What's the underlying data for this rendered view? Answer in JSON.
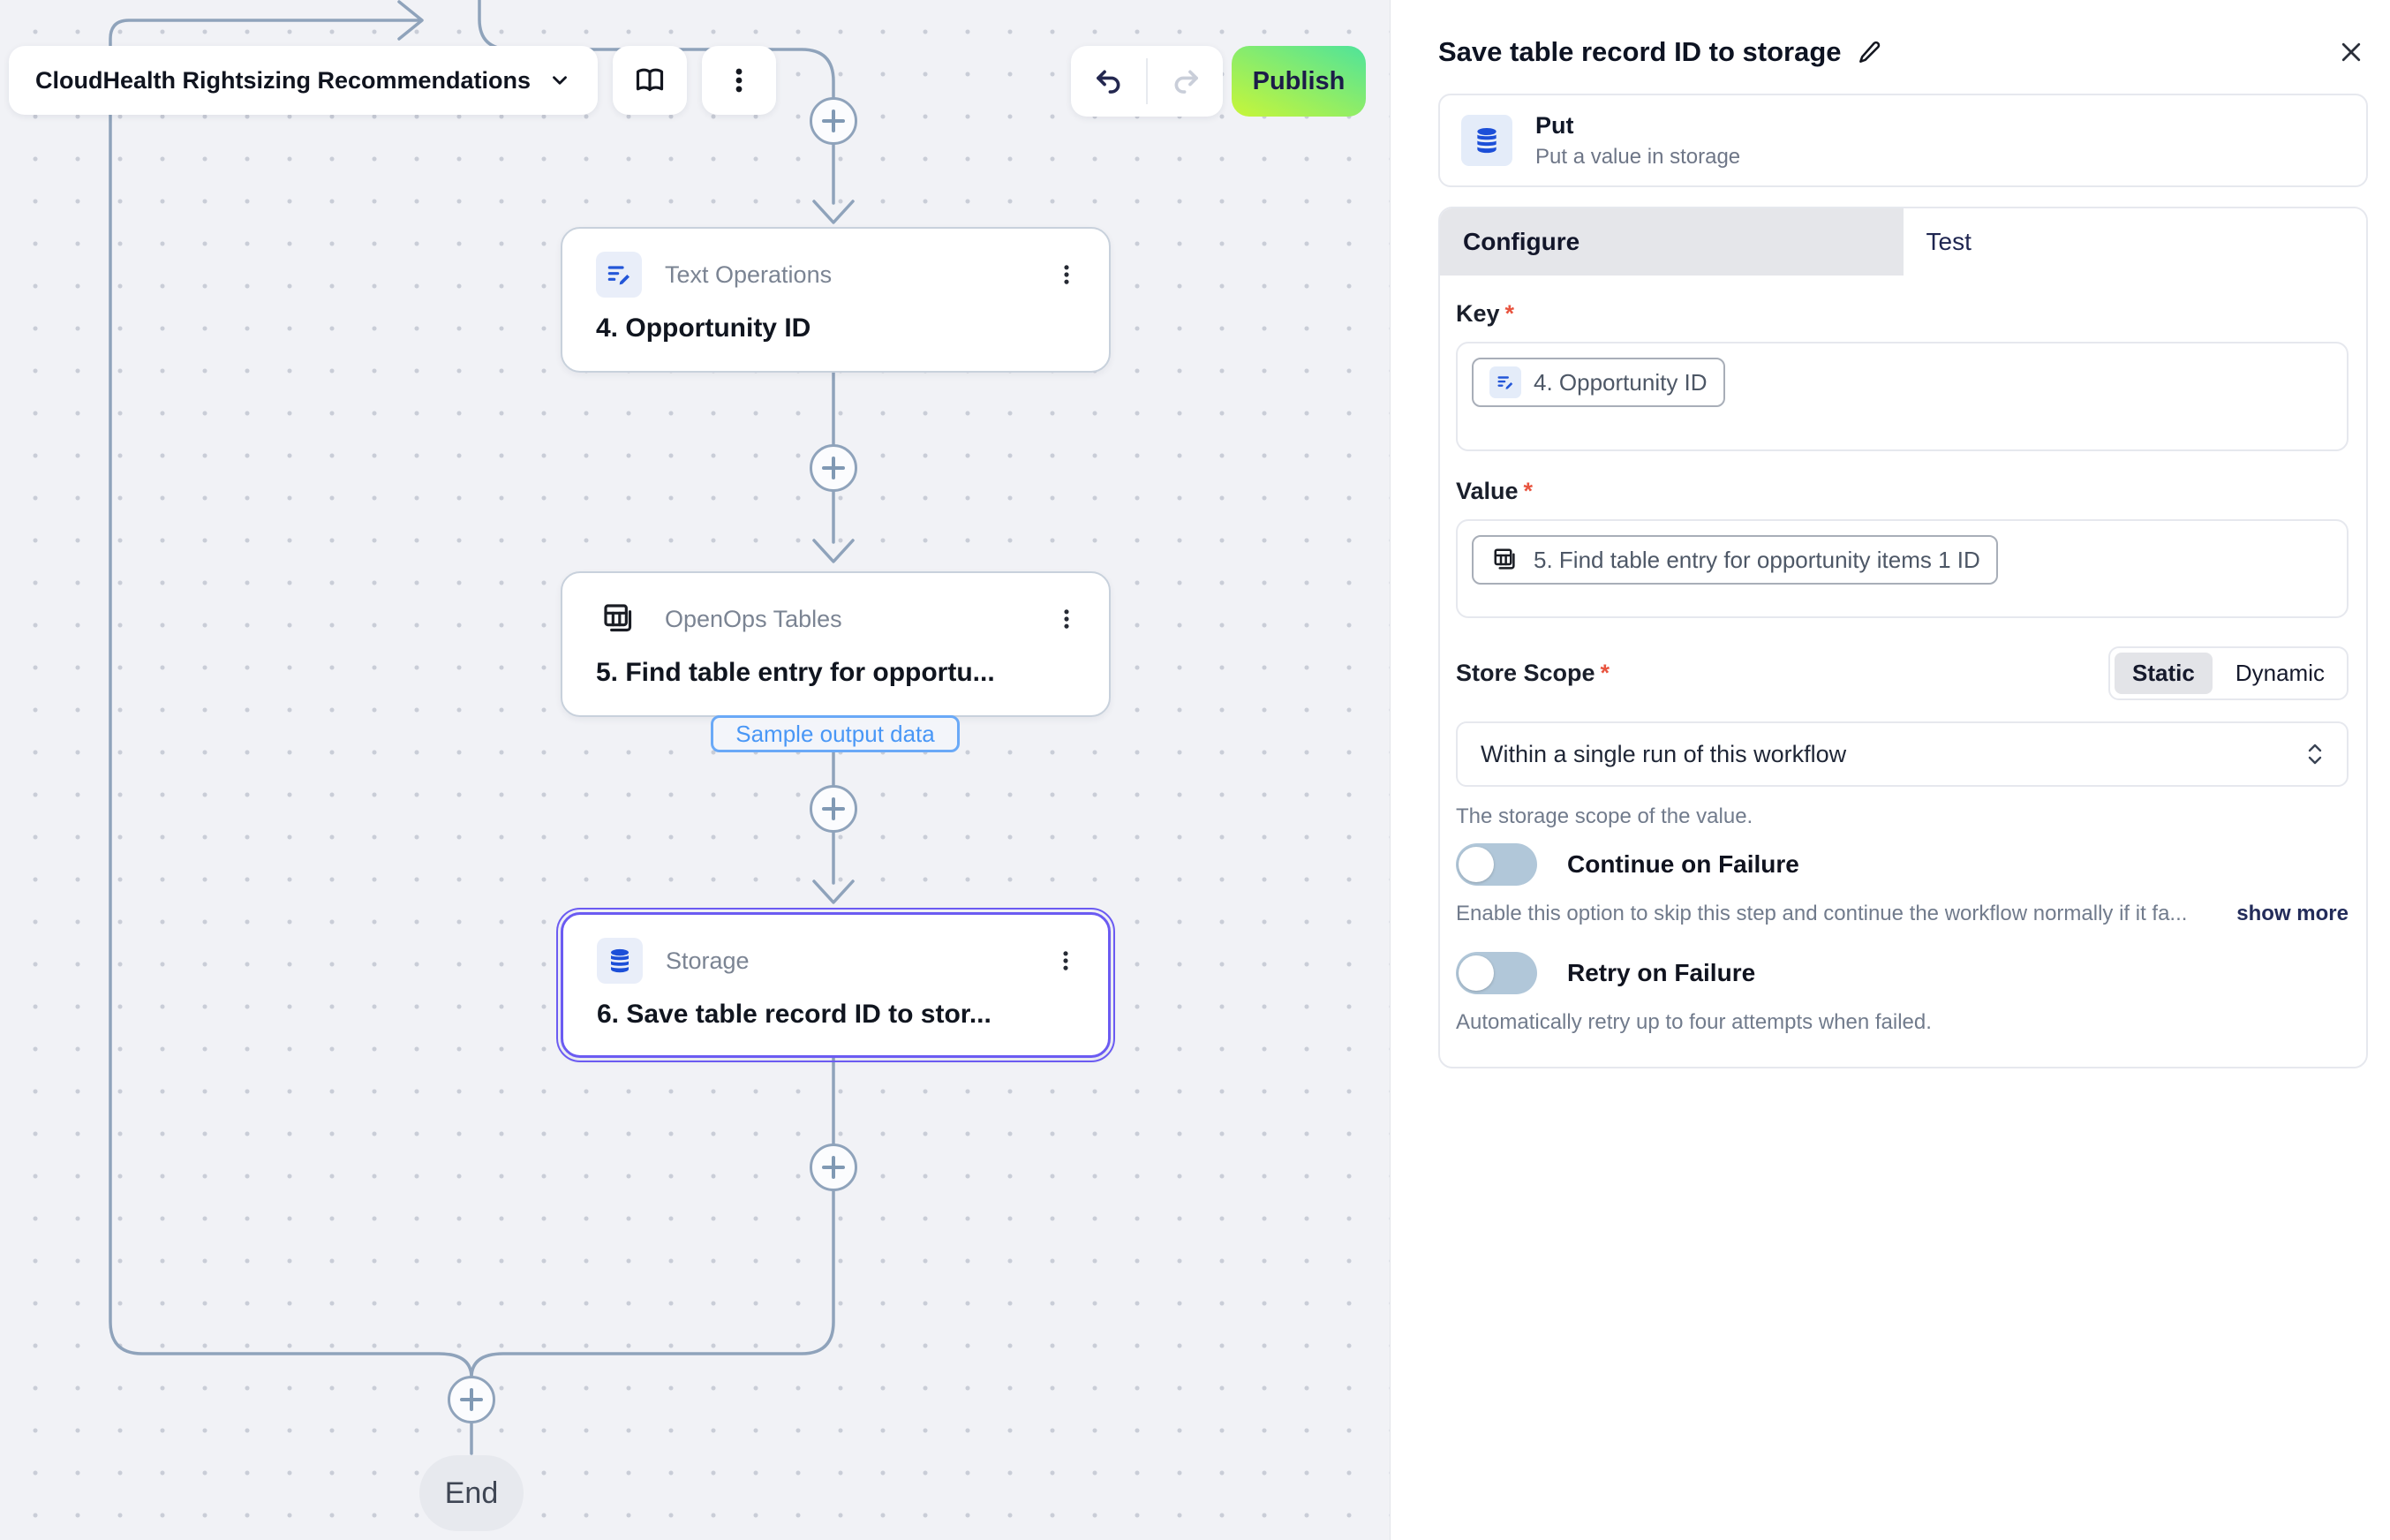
{
  "canvas": {
    "selector_label": "CloudHealth Rightsizing Recommendations",
    "publish_label": "Publish",
    "nodes": [
      {
        "app": "Text Operations",
        "title": "4. Opportunity ID"
      },
      {
        "app": "OpenOps Tables",
        "title": "5. Find table entry for opportu..."
      },
      {
        "app": "Storage",
        "title": "6. Save table record ID to stor..."
      }
    ],
    "sample_output_label": "Sample output data",
    "end_label": "End"
  },
  "panel": {
    "title": "Save table record ID to storage",
    "required_mark": "*",
    "action": {
      "name": "Put",
      "description": "Put a value in storage"
    },
    "tabs": {
      "configure": "Configure",
      "test": "Test"
    },
    "key": {
      "label": "Key",
      "chip": "4. Opportunity ID"
    },
    "value": {
      "label": "Value",
      "chip": "5. Find table entry for opportunity items 1 ID"
    },
    "store_scope": {
      "label": "Store Scope",
      "static_option": "Static",
      "dynamic_option": "Dynamic",
      "selected_mode": "Static",
      "value": "Within a single run of this workflow",
      "helper": "The storage scope of the value."
    },
    "continue_on_failure": {
      "label": "Continue on Failure",
      "helper": "Enable this option to skip this step and continue the workflow normally if it fa...",
      "show_more": "show more",
      "state": "off"
    },
    "retry_on_failure": {
      "label": "Retry on Failure",
      "helper": "Automatically retry up to four attempts when failed.",
      "state": "off"
    }
  },
  "colors": {
    "publish_gradient_top": "#55e496",
    "publish_gradient_bottom": "#c2f53d",
    "selected_node_border": "#6b5bf2",
    "connector": "#8fa3bb",
    "sample_badge_blue": "#4997f6",
    "icon_blue": "#2356d8",
    "toggle_off": "#b1c7d9"
  }
}
